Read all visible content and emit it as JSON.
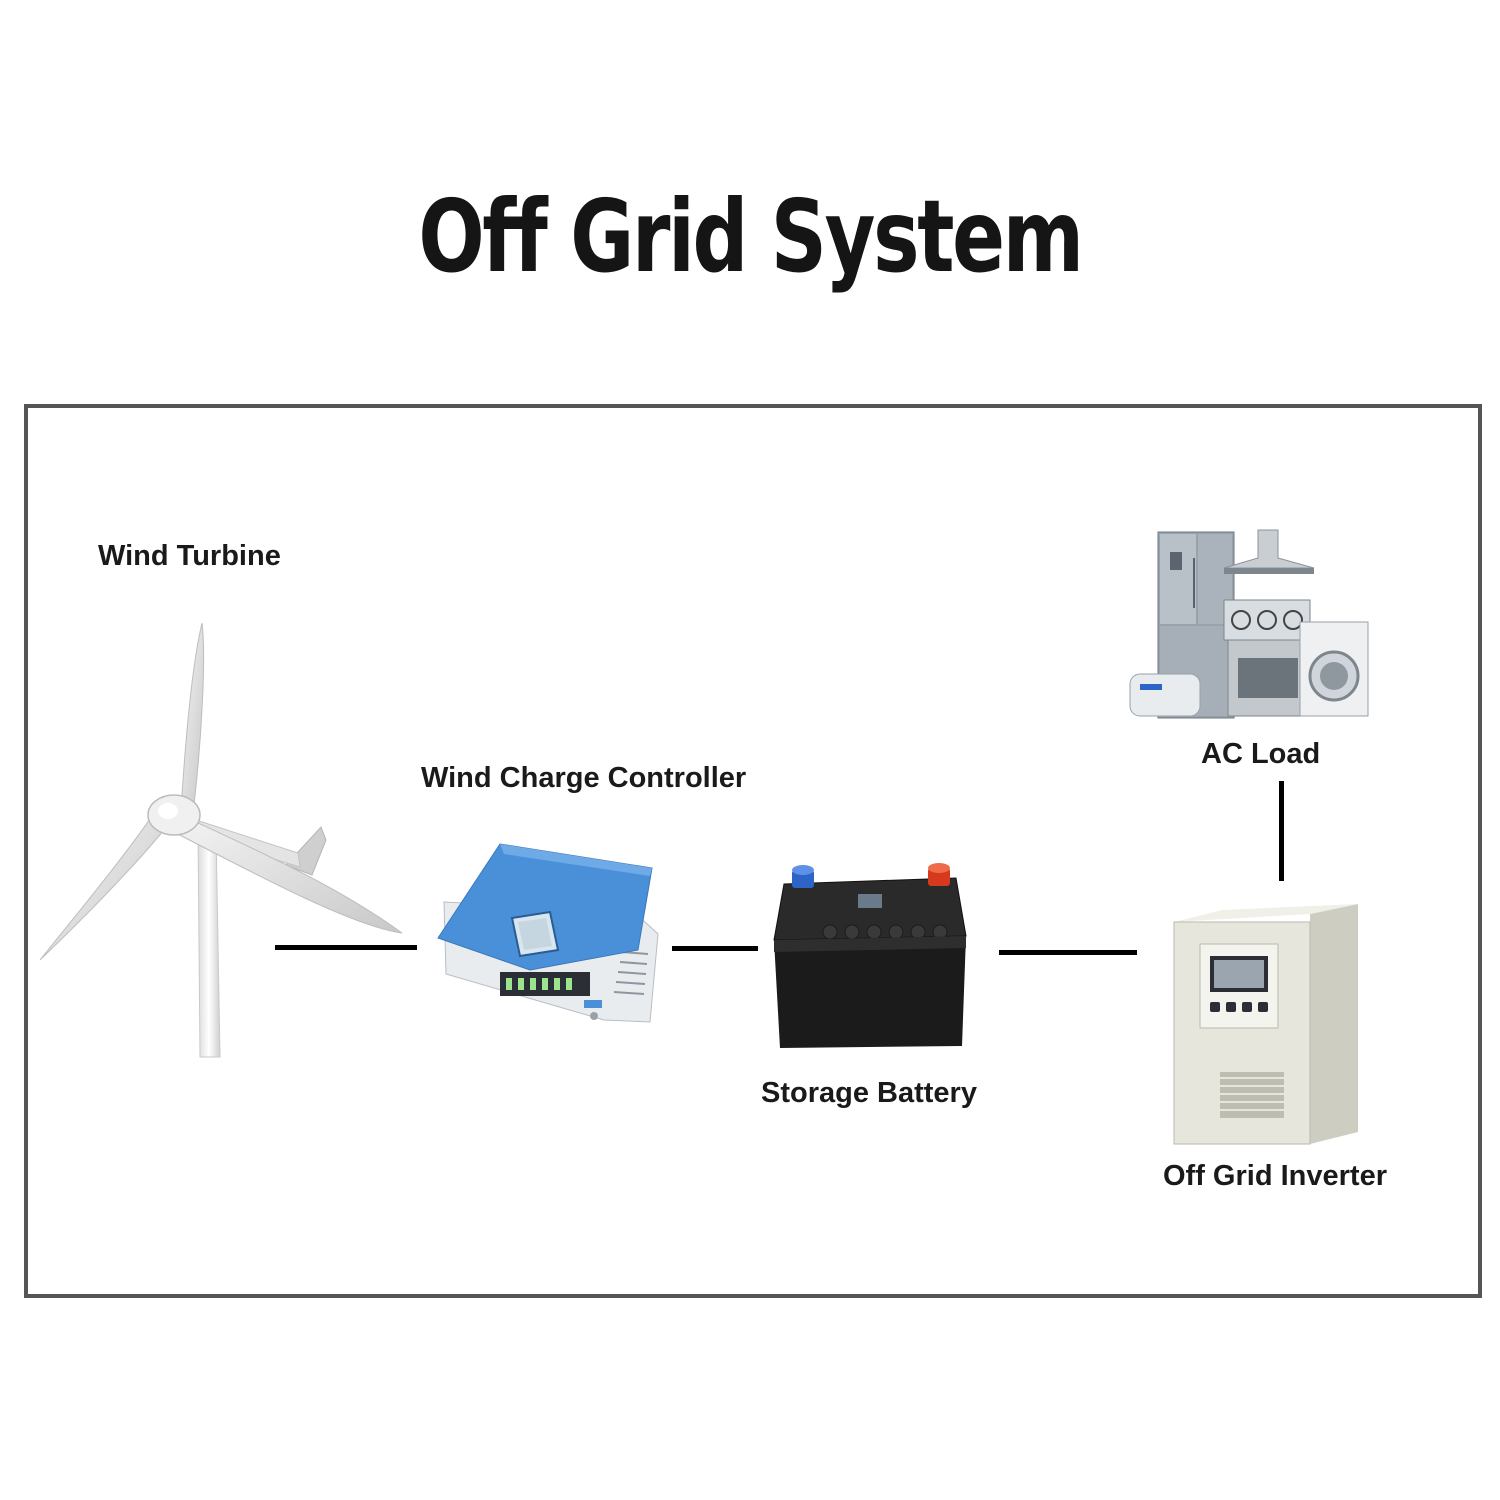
{
  "title": "Off Grid System",
  "components": {
    "wind_turbine": "Wind Turbine",
    "charge_controller": "Wind Charge Controller",
    "storage_battery": "Storage Battery",
    "ac_load": "AC Load",
    "inverter": "Off Grid Inverter"
  },
  "colors": {
    "frame": "#555555",
    "controller_blue": "#4a90d9",
    "battery": "#1b1b1b",
    "terminal_positive": "#d63a1e",
    "terminal_negative": "#2d64c8",
    "inverter_body": "#e6e6dc"
  }
}
